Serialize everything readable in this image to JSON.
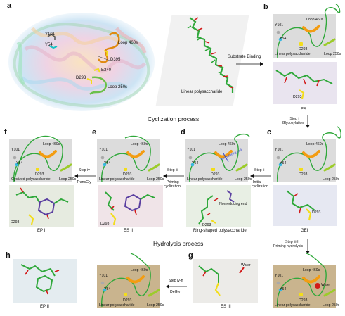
{
  "panels": {
    "a": "a",
    "b": "b",
    "c": "c",
    "d": "d",
    "e": "e",
    "f": "f",
    "g": "g",
    "h": "h"
  },
  "protein": {
    "y101": "Y101",
    "y54": "Y54",
    "loop460": "Loop 460s",
    "d395": "D395",
    "e340": "E340",
    "d293": "D293",
    "loop250": "Loop 250s"
  },
  "plus": "+",
  "linear_label": "Linear polysaccharide",
  "substrate_binding": "Substrate Binding",
  "sections": {
    "cyclization": "Cyclization process",
    "hydrolysis": "Hydrolysis process"
  },
  "schematic_labels": {
    "y101": "Y101",
    "y54": "Y54",
    "loop460": "Loop 460s",
    "d293": "D293",
    "loop250": "Loop 250s",
    "linear": "Linear polysaccharide",
    "cyclized": "Cyclized polysaccharide",
    "nonreducing": "Nonreducing end",
    "water": "Water"
  },
  "steps": {
    "i": "Step i",
    "i_sub": "Glycosylation",
    "ii": "Step ii",
    "ii_sub1": "Initial",
    "ii_sub2": "cyclization",
    "iii": "Step iii",
    "iii_sub1": "Priming",
    "iii_sub2": "cyclization",
    "iv": "Step iv",
    "iv_sub": "TransGly",
    "iiih": "Step iii-h",
    "iiih_sub": "Priming hydrolysis",
    "ivh": "Step iv-h",
    "ivh_sub": "DeGly"
  },
  "structure_labels": {
    "esi": "ES I",
    "gei": "GEI",
    "ring": "Ring-shaped polysaccharide",
    "nonreducing_end": "Nonreducing end",
    "esii": "ES II",
    "epi": "EP I",
    "esiii": "ES III",
    "epii": "EP II",
    "d293": "D293",
    "water": "Water"
  },
  "colors": {
    "green": "#2fa83a",
    "orange": "#f39c12",
    "yellow": "#f2dd1b",
    "cyan": "#35b7e0",
    "grey_bg": "#dcdcdc",
    "tan_bg": "#c9b48e",
    "red": "#d21a1a",
    "lime": "#9ccc2a"
  }
}
